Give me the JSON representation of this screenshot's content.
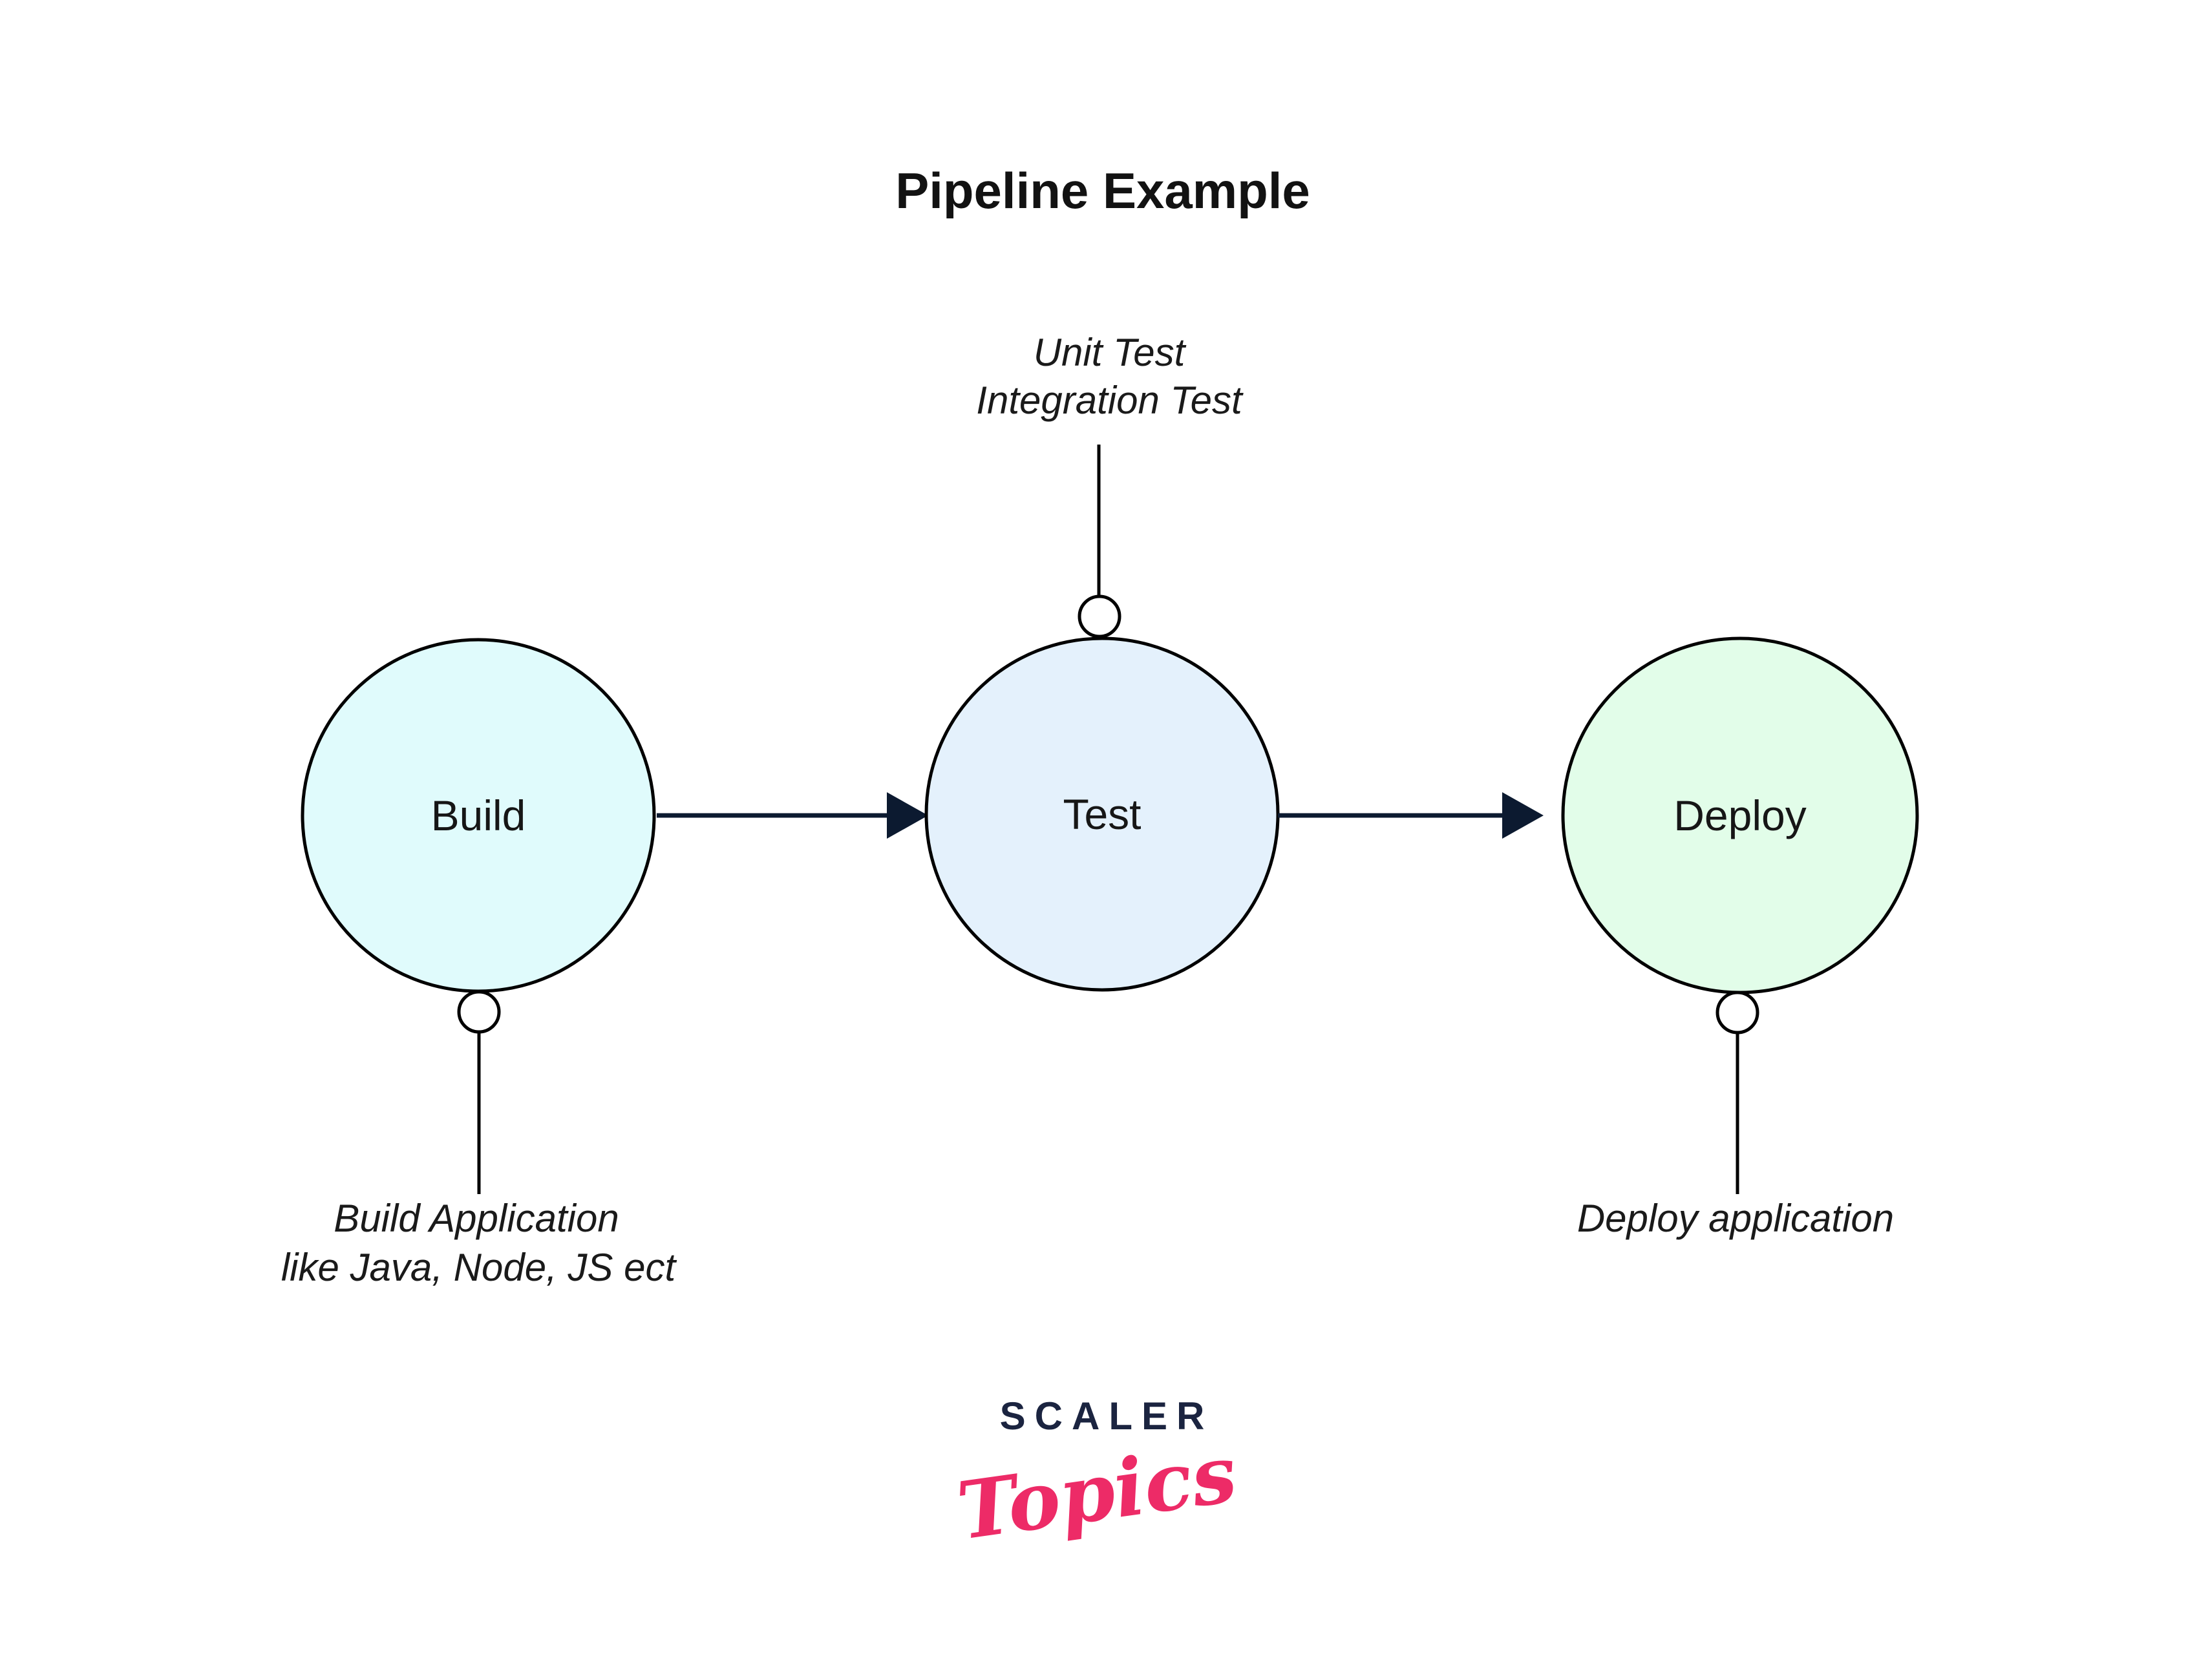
{
  "title": "Pipeline Example",
  "nodes": [
    {
      "id": "build",
      "label": "Build",
      "fill": "#e0fbfc"
    },
    {
      "id": "test",
      "label": "Test",
      "fill": "#e4f1fc"
    },
    {
      "id": "deploy",
      "label": "Deploy",
      "fill": "#e2fde9"
    }
  ],
  "annotations": {
    "test_note": {
      "line1": "Unit Test",
      "line2": "Integration Test"
    },
    "build_note": {
      "line1": "Build Application",
      "line2": "like Java, Node, JS ect"
    },
    "deploy_note": {
      "line1": "Deploy application"
    }
  },
  "edges": {
    "arrow_color": "#0c1a30"
  },
  "logo": {
    "brand": "SCALER",
    "sub": "Topics",
    "brand_color": "#1b2440",
    "sub_color": "#ed2b67"
  }
}
